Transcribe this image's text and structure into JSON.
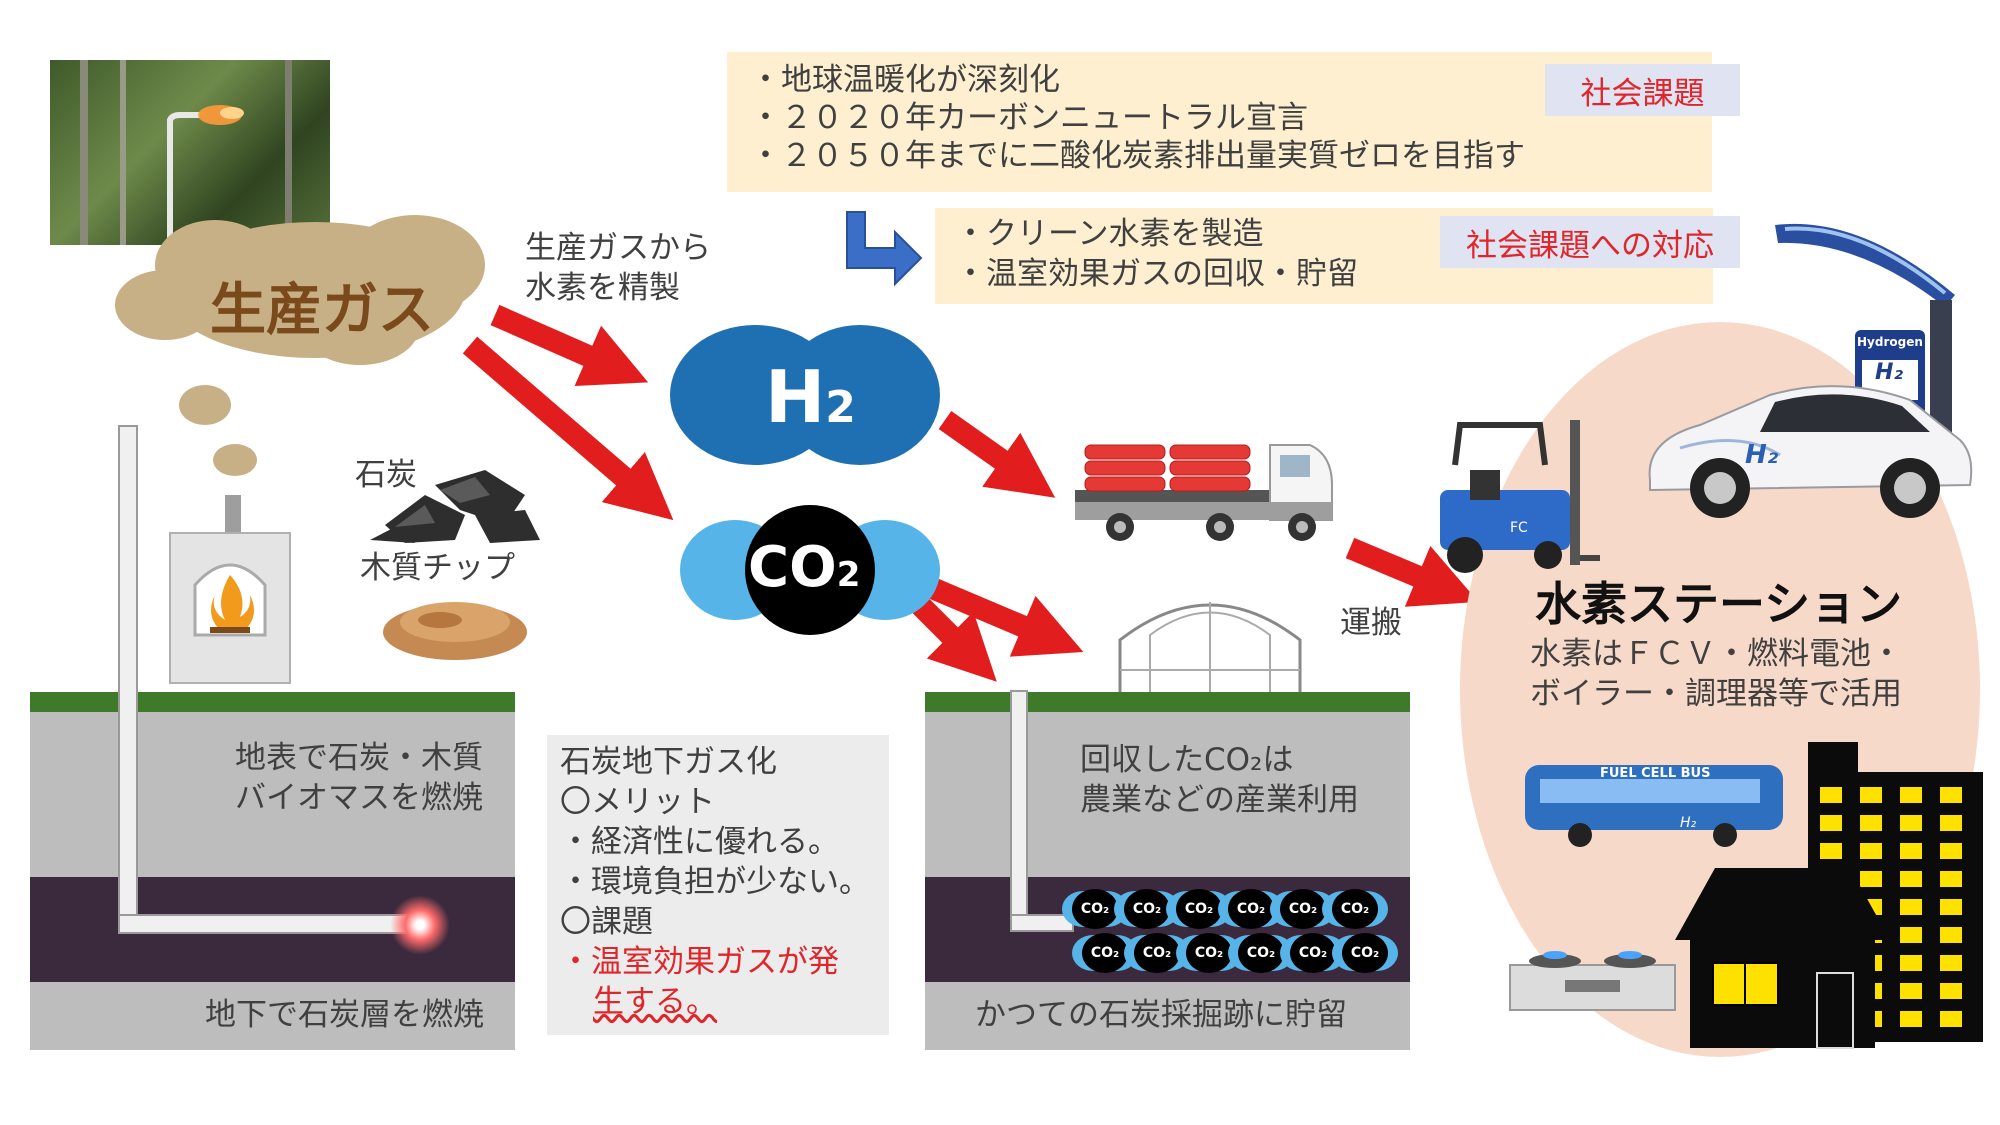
{
  "social_issue": {
    "tag": "社会課題",
    "lines": [
      "・地球温暖化が深刻化",
      "・２０２０年カーボンニュートラル宣言",
      "・２０５０年までに二酸化炭素排出量実質ゼロを目指す"
    ]
  },
  "response": {
    "tag": "社会課題への対応",
    "lines": [
      "・クリーン水素を製造",
      "・温室効果ガスの回収・貯留"
    ]
  },
  "gas": {
    "title": "生産ガス",
    "refine_lines": [
      "生産ガスから",
      "水素を精製"
    ]
  },
  "molecules": {
    "h2_main": "H",
    "h2_sub": "2",
    "co2_main": "CO",
    "co2_sub": "2"
  },
  "fuels": {
    "coal": "石炭",
    "wood": "木質チップ"
  },
  "left_ground": {
    "surface_lines": [
      "地表で石炭・木質",
      "バイオマスを燃焼"
    ],
    "underground": "地下で石炭層を燃焼"
  },
  "ucg": {
    "lines": [
      "石炭地下ガス化",
      "〇メリット",
      "・経済性に優れる。",
      "・環境負担が少ない。",
      "〇課題"
    ],
    "issue_lines": [
      "・温室効果ガスが発",
      "生する。"
    ]
  },
  "storage": {
    "reuse_lines": [
      "回収したCO₂は",
      "農業などの産業利用"
    ],
    "store": "かつての石炭採掘跡に貯留",
    "co2_labels": [
      "CO₂"
    ]
  },
  "transport": "運搬",
  "station": {
    "title": "水素ステーション",
    "lines": [
      "水素はＦＣＶ・燃料電池・",
      "ボイラー・調理器等で活用"
    ],
    "sign": "Hydrogen",
    "bus": "FUEL CELL BUS",
    "forklift": "FC",
    "h2_badge": "H₂"
  },
  "colors": {
    "arrow": "#e11d1d",
    "h2": "#1f6fb3",
    "co2_light": "#56b4e9",
    "cloud": "#c8b086",
    "gas_text": "#7a4a1c",
    "panel": "#fdefd0",
    "station_bg": "#f7d9c9"
  }
}
